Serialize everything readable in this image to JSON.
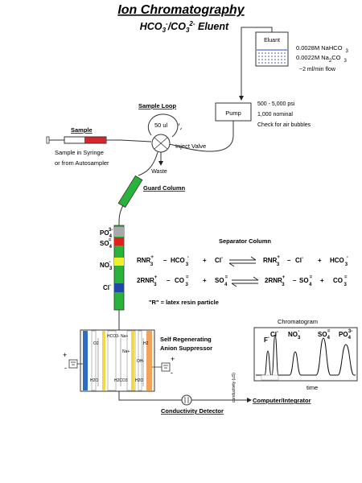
{
  "title": "Ion Chromatography",
  "subtitle": {
    "base": "HCO",
    "sub1": "3",
    "sup1": "-",
    "slash": "/CO",
    "sub2": "3",
    "sup2": "2-",
    "tail": " Eluent"
  },
  "eluent": {
    "label": "Eluant",
    "line1": {
      "text": "0.0028M NaHCO",
      "sub": "3"
    },
    "line2": {
      "text": "0.0022M Na",
      "sub1": "2",
      "mid": "CO",
      "sub2": "3"
    },
    "flow": "~2 ml/min flow"
  },
  "pump": {
    "label": "Pump",
    "notes": [
      "500 - 5,000 psi",
      "1,000 nominal",
      "Check for air bubbles"
    ]
  },
  "sample_loop": {
    "title": "Sample Loop",
    "volume": "50 ul"
  },
  "inject_valve": "Inject Valve",
  "waste": "Waste",
  "sample": {
    "title": "Sample",
    "line1": "Sample in Syringe",
    "line2": "or from Autosampler"
  },
  "guard_column": "Guard Column",
  "column_ions": {
    "po4": {
      "base": "PO",
      "sub": "4",
      "sup": "3-"
    },
    "so4": {
      "base": "SO",
      "sub": "4",
      "sup": "="
    },
    "no3": {
      "base": "NO",
      "sub": "3",
      "sup": "-"
    },
    "cl": {
      "base": "Cl",
      "sup": "-"
    }
  },
  "separator": {
    "title": "Separator Column",
    "eq1": {
      "l1": "RNR",
      "l1_sup": "+",
      "l1_sub": "3",
      "l2": "HCO",
      "l2_sup": "-",
      "l2_sub": "3",
      "plus": "+",
      "r_ion": "Cl",
      "r_ion_sup": "-",
      "p1": "RNR",
      "p1_sup": "+",
      "p1_sub": "3",
      "p1_tail": "Cl",
      "p1_tail_sup": "-",
      "p2": "HCO",
      "p2_sup": "-",
      "p2_sub": "3"
    },
    "eq2": {
      "l1": "2RNR",
      "l1_sup": "+",
      "l1_sub": "3",
      "l2": "CO",
      "l2_sup": "=",
      "l2_sub": "3",
      "plus": "+",
      "r_ion": "SO",
      "r_ion_sup": "=",
      "r_ion_sub": "4",
      "p1": "2RNR",
      "p1_sup": "+",
      "p1_sub": "3",
      "p1_tail": "SO",
      "p1_tail_sup": "=",
      "p1_tail_sub": "4",
      "p2": "CO",
      "p2_sup": "=",
      "p2_sub": "3"
    },
    "dash": "–",
    "note": "\"R\" = latex resin particle"
  },
  "suppressor": {
    "title_line1": "Self Regenerating",
    "title_line2": "Anion Suppressor",
    "labels": {
      "o2": "O2",
      "h2": "H2",
      "hco3na": "HCO3- Na+",
      "na": "Na+",
      "oh": "OH-",
      "h2o_left": "H2O",
      "h2co3": "H2CO3",
      "h2o_right": "H2O",
      "plus": "+",
      "minus": "-"
    }
  },
  "chromatogram": {
    "title": "Chromatogram",
    "xlabel": "time",
    "peaks": {
      "f": {
        "base": "F",
        "sup": "-"
      },
      "cl": {
        "base": "Cl",
        "sup": "-"
      },
      "no3": {
        "base": "NO",
        "sub": "3",
        "sup": "-"
      },
      "so4": {
        "base": "SO",
        "sub": "4",
        "sup": "="
      },
      "po4": {
        "base": "PO",
        "sub": "4",
        "sup": "3-"
      }
    }
  },
  "conductivity_detector": "Conductivity Detector",
  "computer": "Computer/Integrator",
  "side_label": "conductivity (uS)"
}
